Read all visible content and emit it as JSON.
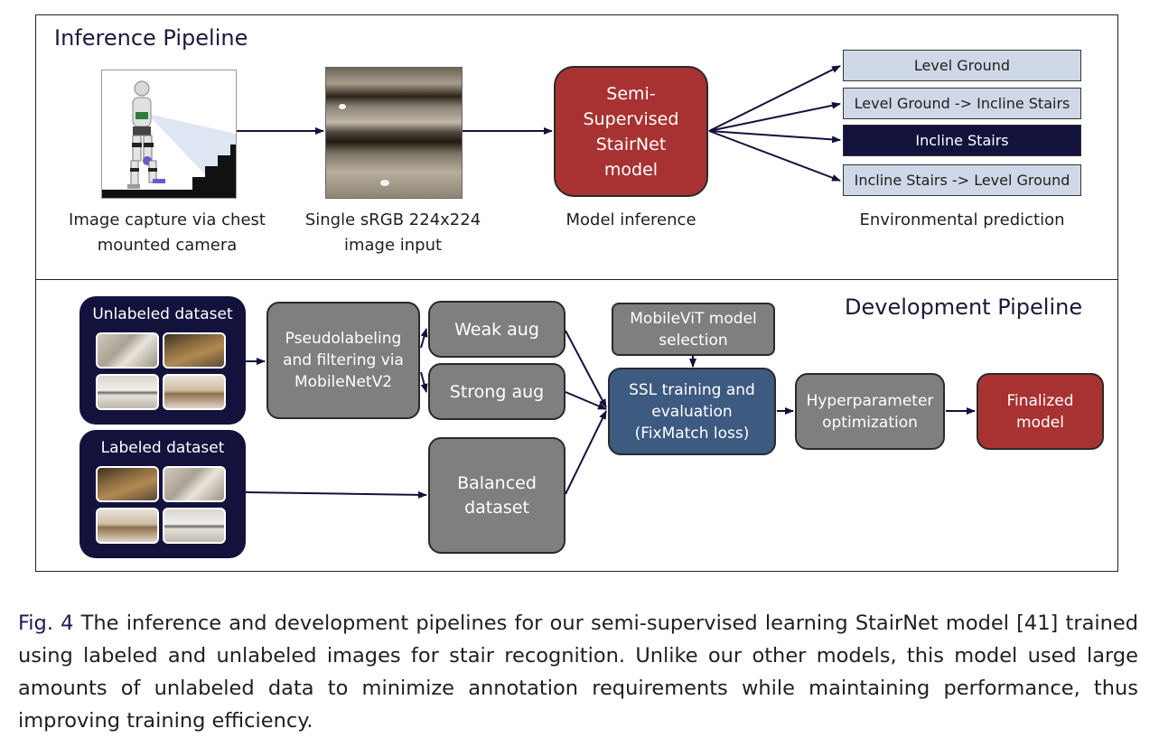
{
  "inference": {
    "title": "Inference Pipeline",
    "capture_caption": "Image capture via chest mounted camera",
    "input_caption": "Single sRGB 224x224 image input",
    "model_label": "Semi-Supervised StairNet model",
    "model_caption": "Model inference",
    "predictions": [
      "Level Ground",
      "Level Ground -> Incline Stairs",
      "Incline Stairs",
      "Incline Stairs -> Level Ground"
    ],
    "selected_prediction": "Incline Stairs",
    "prediction_caption": "Environmental prediction"
  },
  "development": {
    "title": "Development Pipeline",
    "unlabeled_label": "Unlabeled dataset",
    "labeled_label": "Labeled dataset",
    "pseudolabel_label": "Pseudolabeling and filtering via MobileNetV2",
    "weak_aug_label": "Weak aug",
    "strong_aug_label": "Strong aug",
    "balanced_label": "Balanced dataset",
    "mobilevit_label": "MobileViT model selection",
    "ssl_label": "SSL training and evaluation (FixMatch loss)",
    "hyper_label": "Hyperparameter optimization",
    "final_label": "Finalized model"
  },
  "caption": {
    "fig_label": "Fig. 4",
    "text": "The inference and development pipelines for our semi-supervised learning StairNet model [41] trained using labeled and unlabeled images for stair recognition. Unlike our other models, this model used large amounts of unlabeled data to minimize annotation requirements while maintaining performance, thus improving training efficiency."
  },
  "colors": {
    "navy": "#13123d",
    "model_red": "#a83232",
    "ssl_blue": "#3d5a80",
    "gray_box": "#7f7f7f",
    "prediction_fill": "#cfd8e6"
  }
}
